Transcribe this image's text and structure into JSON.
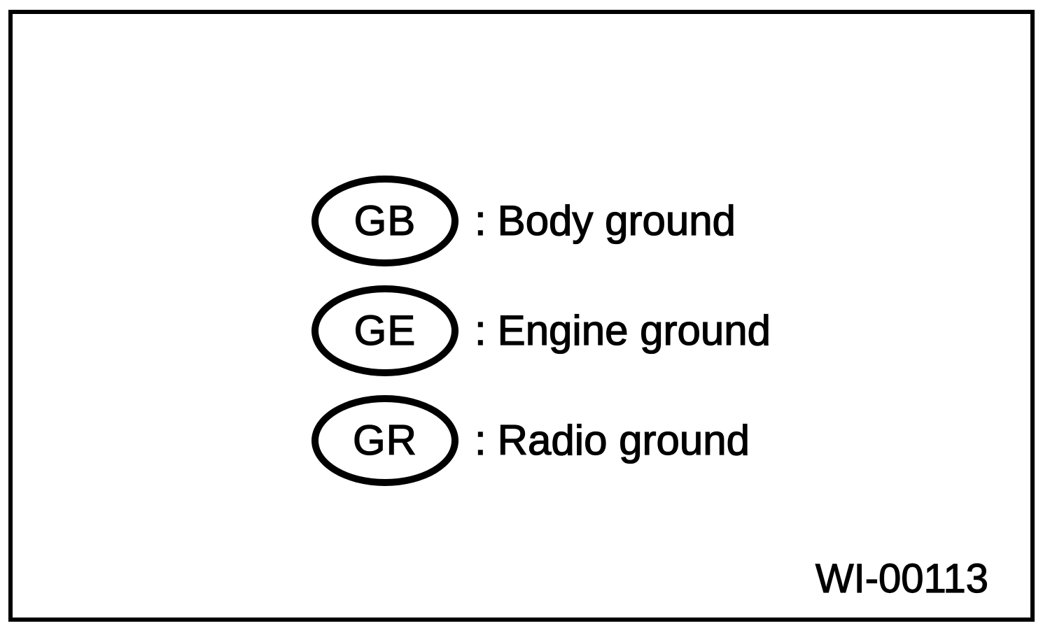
{
  "figure": {
    "separator": ":",
    "items": [
      {
        "symbol": "GB",
        "label": "Body ground"
      },
      {
        "symbol": "GE",
        "label": "Engine ground"
      },
      {
        "symbol": "GR",
        "label": "Radio ground"
      }
    ],
    "figure_code": "WI-00113",
    "colors": {
      "ink": "#000000",
      "paper": "#ffffff"
    }
  }
}
